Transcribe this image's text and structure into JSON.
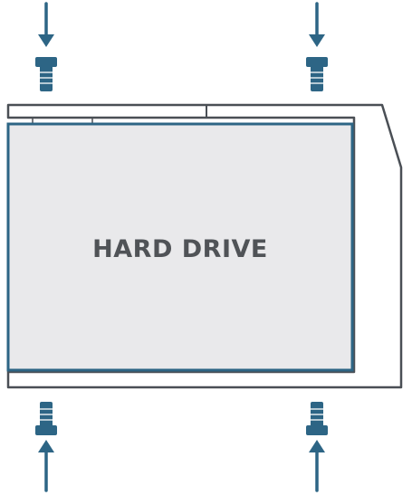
{
  "drive": {
    "label": "HARD DRIVE"
  },
  "screws": [
    {
      "id": "top-left",
      "direction": "down"
    },
    {
      "id": "top-right",
      "direction": "down"
    },
    {
      "id": "bottom-left",
      "direction": "up"
    },
    {
      "id": "bottom-right",
      "direction": "up"
    }
  ],
  "colors": {
    "accent": "#2d6585",
    "outline": "#4a4f55",
    "drive_fill": "#e9e9eb",
    "label_text": "#505357",
    "background": "#ffffff"
  }
}
